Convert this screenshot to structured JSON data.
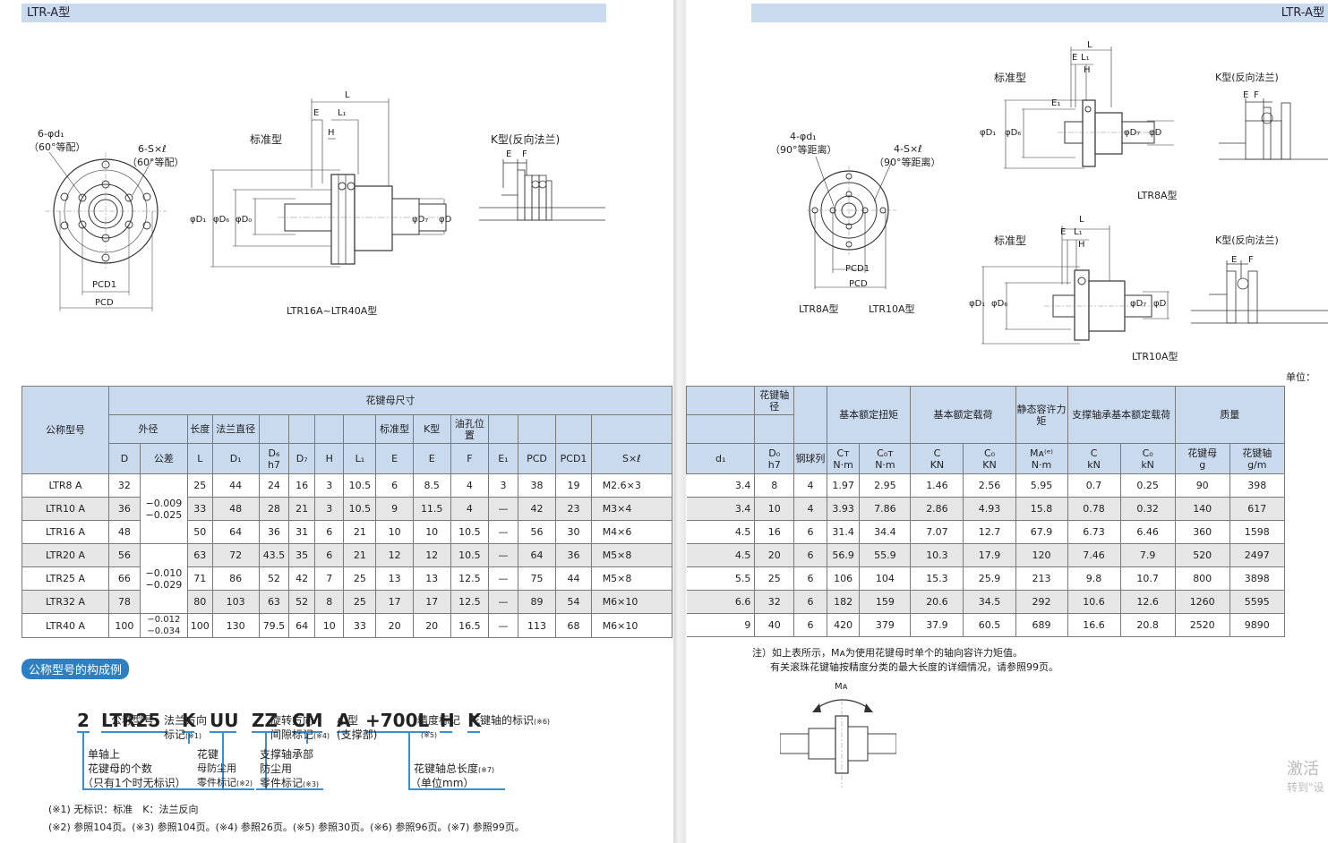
{
  "header": {
    "left": "LTR-A型",
    "right": "LTR-A型"
  },
  "left_figure": {
    "hole_note1": "6-φd₁",
    "hole_note2": "（60°等配）",
    "screw_note1": "6-S×ℓ",
    "screw_note2": "（60°等配）",
    "standard_title": "标准型",
    "k_title": "K型(反向法兰)",
    "pcd1": "PCD1",
    "pcd": "PCD",
    "dim_L": "L",
    "dim_E": "E",
    "dim_L1": "L₁",
    "dim_H": "H",
    "dim_F": "F",
    "dim_D1": "φD₁",
    "dim_D6": "φD₆",
    "dim_D0": "φD₀",
    "dim_D7": "φD₇",
    "dim_D": "φD",
    "caption": "LTR16A~LTR40A型"
  },
  "right_figure": {
    "hole_note1": "4-φd₁",
    "hole_note2": "（90°等距离）",
    "screw_note1": "4-S×ℓ",
    "screw_note2": "（90°等距离）",
    "pcd1": "PCD1",
    "pcd": "PCD",
    "cap_8a": "LTR8A型",
    "cap_10a": "LTR10A型",
    "std_title": "标准型",
    "k_title": "K型(反向法兰)",
    "dim_L": "L",
    "dim_E": "E",
    "dim_E1": "E₁",
    "dim_L1": "L₁",
    "dim_H": "H",
    "dim_F": "F",
    "dim_D1": "φD₁",
    "dim_D6": "φD₆",
    "dim_D7": "φD₇",
    "dim_D": "φD",
    "unit": "单位："
  },
  "left_table": {
    "h_model": "公称型号",
    "h_nut": "花键母尺寸",
    "h_od": "外径",
    "h_len": "长度",
    "h_flange": "法兰直径",
    "h_std": "标准型",
    "h_k": "K型",
    "h_oil": "油孔位置",
    "h_D": "D",
    "h_tol": "公差",
    "h_L": "L",
    "h_D1": "D₁",
    "h_D6a": "D₆",
    "h_D6b": "h7",
    "h_D7": "D₇",
    "h_H": "H",
    "h_L1": "L₁",
    "h_E": "E",
    "h_E2": "E",
    "h_F": "F",
    "h_E1": "E₁",
    "h_PCD": "PCD",
    "h_PCD1": "PCD1",
    "h_S": "S×ℓ",
    "tol1a": "−0.009",
    "tol1b": "−0.025",
    "tol2a": "−0.010",
    "tol2b": "−0.029",
    "tol3a": "−0.012",
    "tol3b": "−0.034",
    "rows": [
      [
        "LTR8 A",
        "32",
        "25",
        "44",
        "24",
        "16",
        "3",
        "10.5",
        "6",
        "8.5",
        "4",
        "3",
        "38",
        "19",
        "M2.6×3"
      ],
      [
        "LTR10 A",
        "36",
        "33",
        "48",
        "28",
        "21",
        "3",
        "10.5",
        "9",
        "11.5",
        "4",
        "—",
        "42",
        "23",
        "M3×4"
      ],
      [
        "LTR16 A",
        "48",
        "50",
        "64",
        "36",
        "31",
        "6",
        "21",
        "10",
        "10",
        "10.5",
        "—",
        "56",
        "30",
        "M4×6"
      ],
      [
        "LTR20 A",
        "56",
        "63",
        "72",
        "43.5",
        "35",
        "6",
        "21",
        "12",
        "12",
        "10.5",
        "—",
        "64",
        "36",
        "M5×8"
      ],
      [
        "LTR25 A",
        "66",
        "71",
        "86",
        "52",
        "42",
        "7",
        "25",
        "13",
        "13",
        "12.5",
        "—",
        "75",
        "44",
        "M5×8"
      ],
      [
        "LTR32 A",
        "78",
        "80",
        "103",
        "63",
        "52",
        "8",
        "25",
        "17",
        "17",
        "12.5",
        "—",
        "89",
        "54",
        "M6×10"
      ],
      [
        "LTR40 A",
        "100",
        "100",
        "130",
        "79.5",
        "64",
        "10",
        "33",
        "20",
        "20",
        "16.5",
        "—",
        "113",
        "68",
        "M6×10"
      ]
    ]
  },
  "right_table": {
    "h_shaft": "花键轴径",
    "h_torque": "基本额定扭矩",
    "h_load": "基本额定载荷",
    "h_static": "静态容许力矩",
    "h_bearing": "支撑轴承基本额定载荷",
    "h_mass": "质量",
    "h_d1": "d₁",
    "h_D0a": "D₀",
    "h_D0b": "h7",
    "h_balls": "钢球列",
    "h_CT": "Cᴛ",
    "h_CT_u": "N·m",
    "h_C0T": "C₀ᴛ",
    "h_C0T_u": "N·m",
    "h_C": "C",
    "h_C_u": "KN",
    "h_C0": "C₀",
    "h_C0_u": "KN",
    "h_MA": "Mᴀ⁽ᵉ⁾",
    "h_MA_u": "N·m",
    "h_bC": "C",
    "h_bC_u": "kN",
    "h_bC0": "C₀",
    "h_bC0_u": "kN",
    "h_nut_mass": "花键母",
    "h_nut_mass_u": "g",
    "h_shaft_mass": "花键轴",
    "h_shaft_mass_u": "g/m",
    "rows": [
      [
        "3.4",
        "8",
        "4",
        "1.97",
        "2.95",
        "1.46",
        "2.56",
        "5.95",
        "0.7",
        "0.25",
        "90",
        "398"
      ],
      [
        "3.4",
        "10",
        "4",
        "3.93",
        "7.86",
        "2.86",
        "4.93",
        "15.8",
        "0.78",
        "0.32",
        "140",
        "617"
      ],
      [
        "4.5",
        "16",
        "6",
        "31.4",
        "34.4",
        "7.07",
        "12.7",
        "67.9",
        "6.73",
        "6.46",
        "360",
        "1598"
      ],
      [
        "4.5",
        "20",
        "6",
        "56.9",
        "55.9",
        "10.3",
        "17.9",
        "120",
        "7.46",
        "7.9",
        "520",
        "2497"
      ],
      [
        "5.5",
        "25",
        "6",
        "106",
        "104",
        "15.3",
        "25.9",
        "213",
        "9.8",
        "10.7",
        "800",
        "3898"
      ],
      [
        "6.6",
        "32",
        "6",
        "182",
        "159",
        "20.6",
        "34.5",
        "292",
        "10.6",
        "12.6",
        "1260",
        "5595"
      ],
      [
        "9",
        "40",
        "6",
        "420",
        "379",
        "37.9",
        "60.5",
        "689",
        "16.6",
        "20.8",
        "2520",
        "9890"
      ]
    ]
  },
  "notes_right": {
    "n1": "注）如上表所示，Mᴀ为使用花键母时单个的轴向容许力矩值。",
    "n2": "有关滚珠花键轴按精度分类的最大长度的详细情况，请参照99页。",
    "ma": "Mᴀ"
  },
  "model_example": {
    "title": "公称型号的构成例",
    "parts": [
      "2",
      "LTR25",
      "K",
      "UU",
      "ZZ",
      "CM",
      "A",
      "+700L",
      "H",
      "K"
    ],
    "e_model": "公称型号",
    "e_flange1": "法兰方向",
    "e_flange2": "标记",
    "e_flange_ref": "(※1)",
    "e_rot1": "旋转方向",
    "e_rot2": "间隙标记",
    "e_rot_ref": "(※4)",
    "e_small1": "小型",
    "e_small2": "(支撑部)",
    "e_prec": "精度标记",
    "e_prec_ref": "(※5)",
    "e_shaftmark": "花键轴的标识",
    "e_shaftmark_ref": "(※6)",
    "e_single1": "单轴上",
    "e_single2": "花键母的个数",
    "e_single3": "（只有1个时无标识）",
    "e_seal1": "花键",
    "e_seal2": "母防尘用",
    "e_seal3": "零件标记",
    "e_seal_ref": "(※2)",
    "e_bear1": "支撑轴承部",
    "e_bear2": "防尘用",
    "e_bear3": "零件标记",
    "e_bear_ref": "(※3)",
    "e_total1": "花键轴总长度",
    "e_total_ref": "(※7)",
    "e_total2": "（单位mm）",
    "foot1": "(※1) 无标识：标准　K：法兰反向",
    "foot2": "(※2) 参照104页。(※3) 参照104页。(※4) 参照26页。(※5) 参照30页。(※6) 参照96页。(※7) 参照99页。"
  },
  "watermark": {
    "line1": "激活",
    "line2": "转到\"设"
  }
}
